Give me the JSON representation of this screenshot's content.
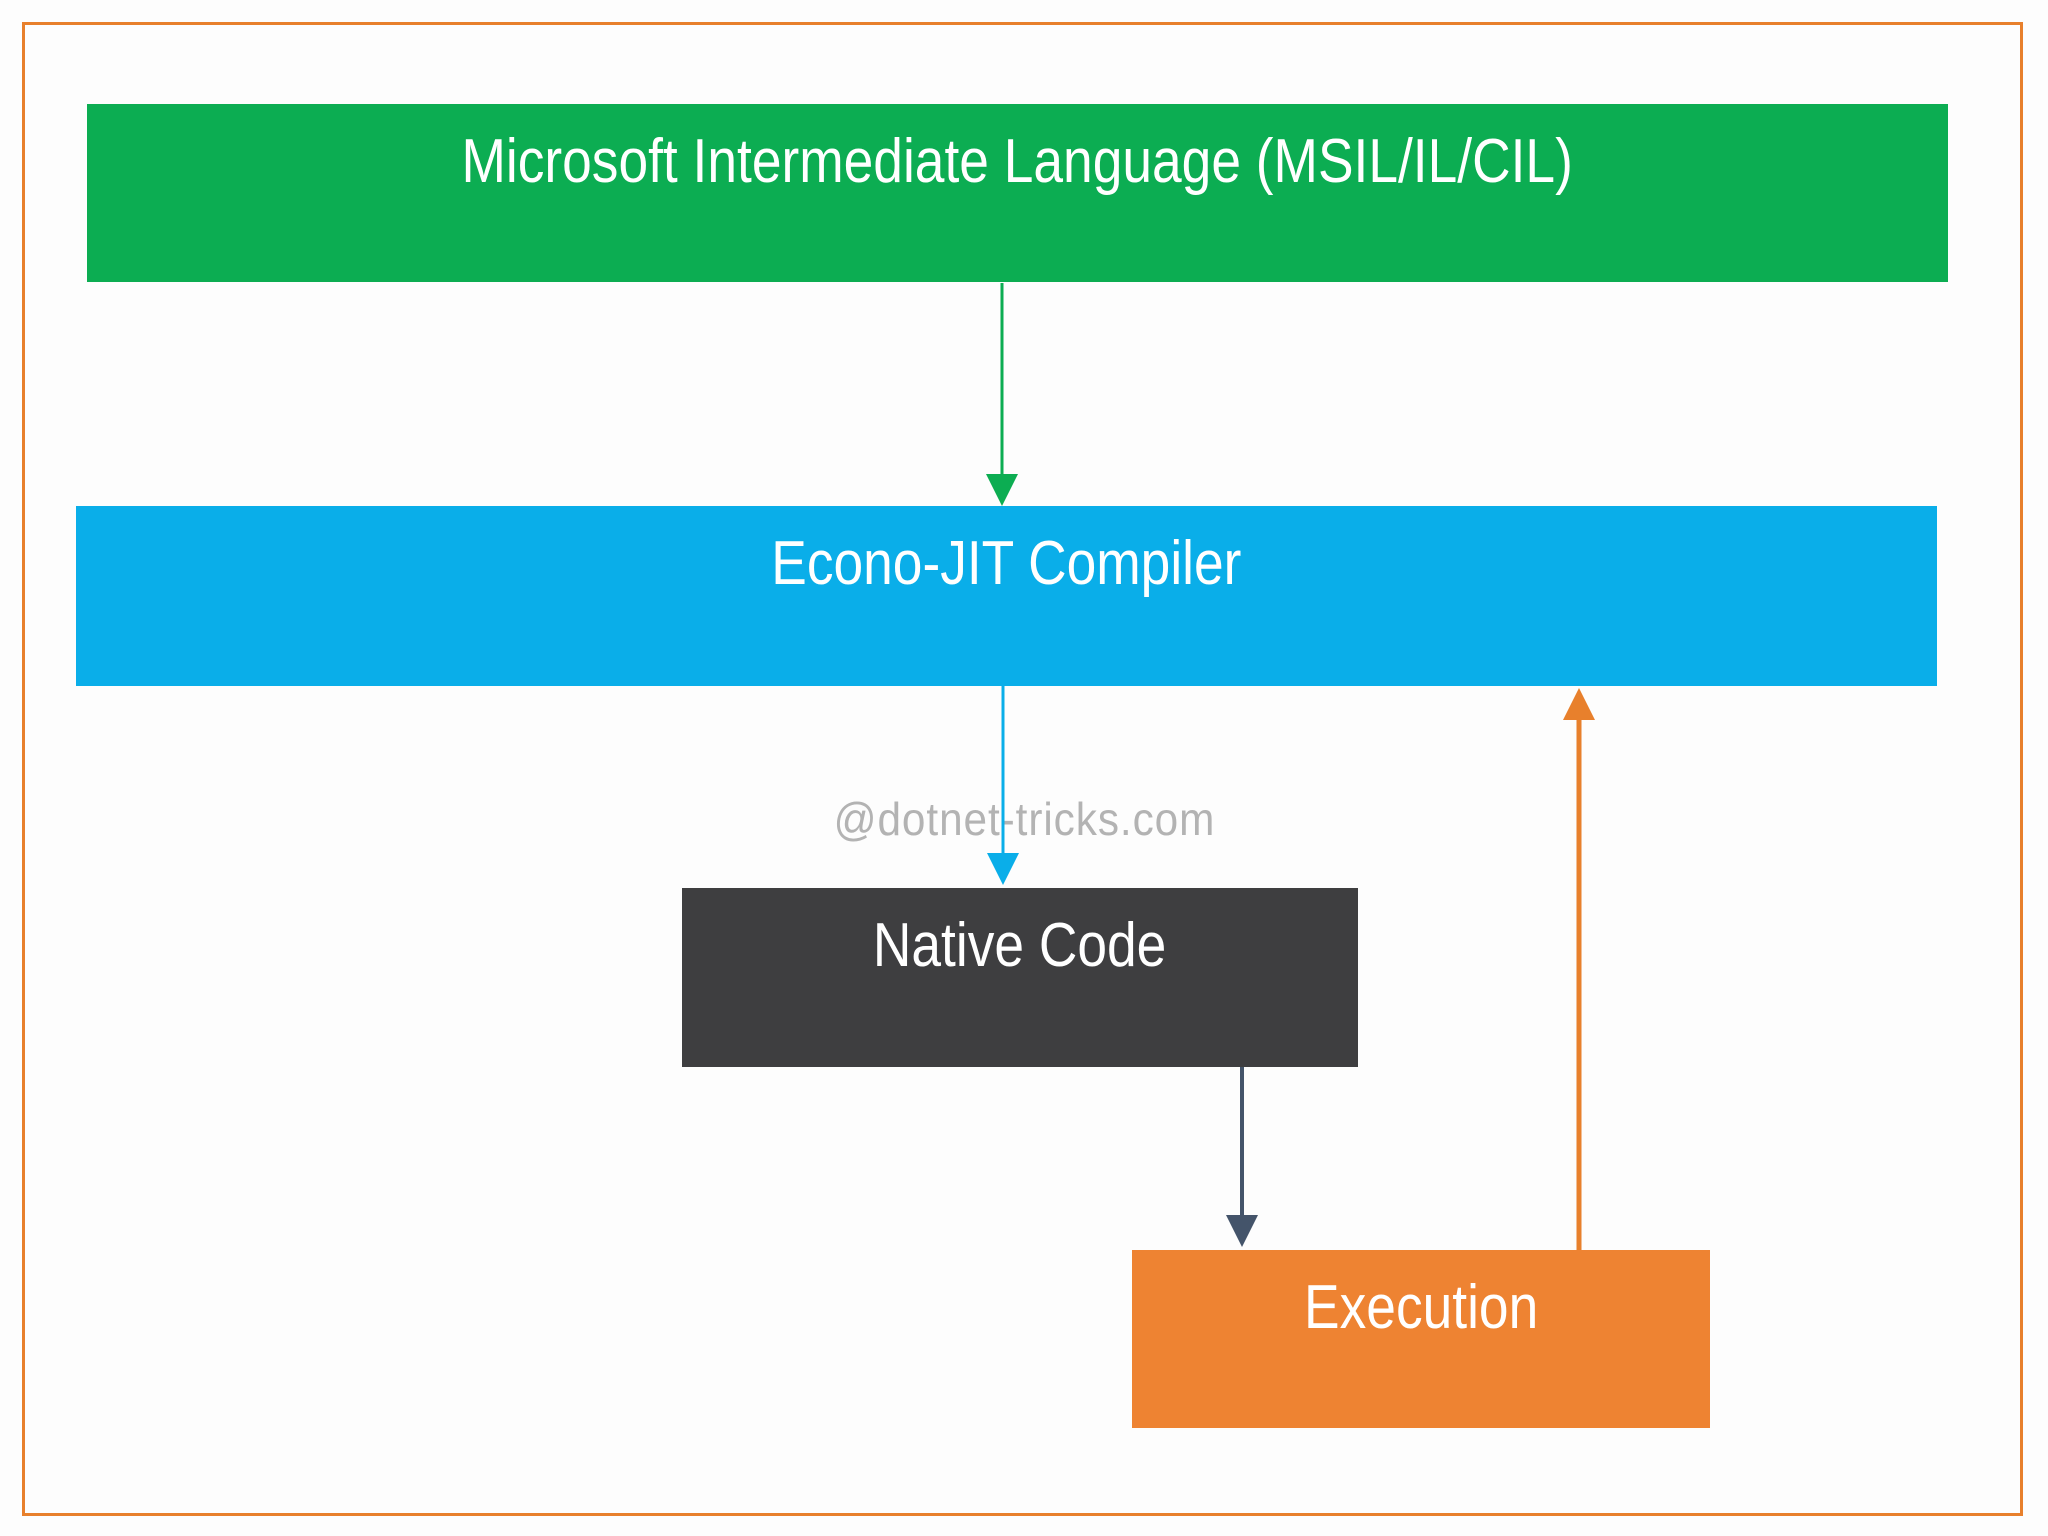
{
  "page": {
    "background_color": "#fdfdfd",
    "border_color": "#e8802c"
  },
  "watermark": {
    "text": "@dotnet-tricks.com",
    "color": "#b3b3b3"
  },
  "boxes": {
    "msil": {
      "label": "Microsoft Intermediate Language (MSIL/IL/CIL)",
      "bg": "#0cad52",
      "text_color": "#ffffff"
    },
    "econo_jit": {
      "label": "Econo-JIT Compiler",
      "bg": "#0aaee9",
      "text_color": "#ffffff"
    },
    "native": {
      "label": "Native Code",
      "bg": "#3e3e40",
      "text_color": "#ffffff"
    },
    "execution": {
      "label": "Execution",
      "bg": "#ee8332",
      "text_color": "#ffffff"
    }
  },
  "arrows": {
    "msil_to_econo_jit": {
      "color": "#0cad52",
      "direction": "down"
    },
    "econo_jit_to_native": {
      "color": "#0aaee9",
      "direction": "down"
    },
    "native_to_execution": {
      "color": "#44546a",
      "direction": "down"
    },
    "execution_to_econo_jit": {
      "color": "#e8802c",
      "direction": "up"
    }
  }
}
